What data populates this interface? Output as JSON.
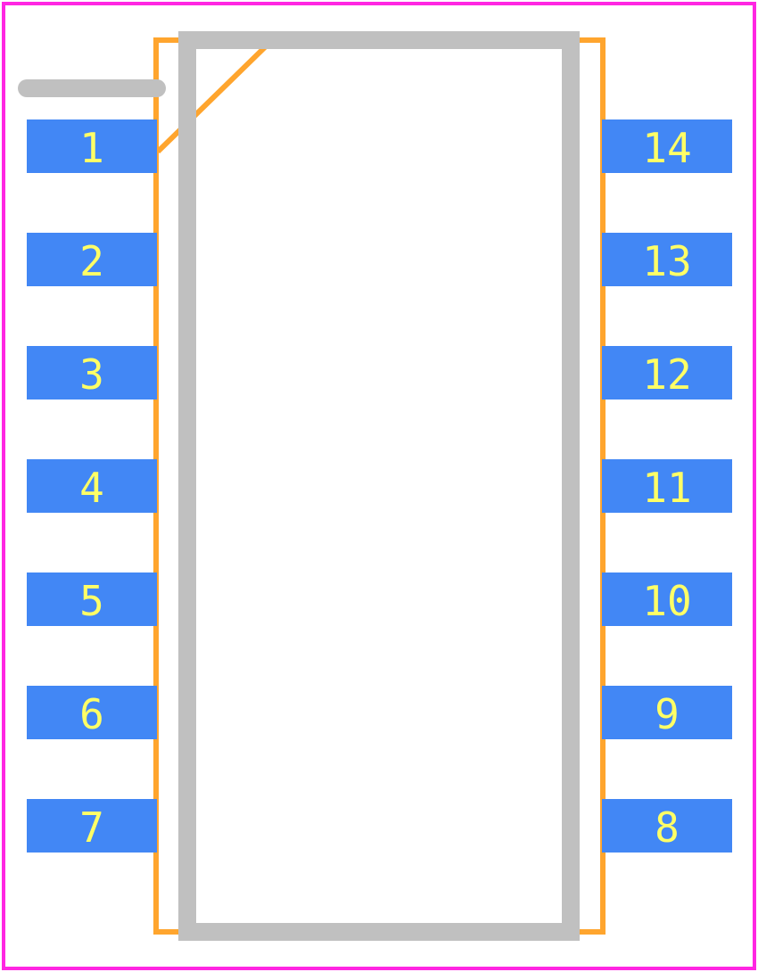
{
  "footprint": {
    "colors": {
      "pad": "#4287f5",
      "pad_label": "#ffff66",
      "courtyard": "#ff26e2",
      "silkscreen": "#ffa52e",
      "body_outline": "#c0c0c0",
      "background": "#ffffff"
    },
    "pins_left": [
      {
        "number": "1"
      },
      {
        "number": "2"
      },
      {
        "number": "3"
      },
      {
        "number": "4"
      },
      {
        "number": "5"
      },
      {
        "number": "6"
      },
      {
        "number": "7"
      }
    ],
    "pins_right": [
      {
        "number": "14"
      },
      {
        "number": "13"
      },
      {
        "number": "12"
      },
      {
        "number": "11"
      },
      {
        "number": "10"
      },
      {
        "number": "9"
      },
      {
        "number": "8"
      }
    ]
  }
}
